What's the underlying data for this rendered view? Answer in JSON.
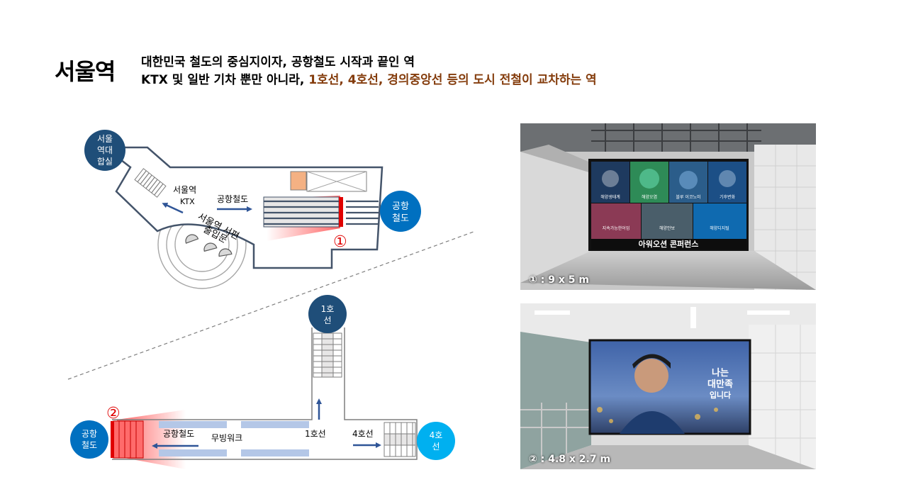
{
  "header": {
    "station": "서울역",
    "line1": "대한민국 철도의 중심지이자, 공항철도 시작과 끝인 역",
    "line2_plain": "KTX 및 일반  기차 뿐만 아니라, ",
    "line2_highlight": "1호선, 4호선, 경의중앙선 등의 도시 전철이 교차하는 역"
  },
  "upper_map": {
    "badge_hall": [
      "서울",
      "역대",
      "합실"
    ],
    "label_seoul_station": "서울역",
    "label_ktx": "KTX",
    "label_airport_rail": "공항철도",
    "badge_airport": [
      "공항",
      "철도"
    ],
    "label_exit": [
      "서울역 서편",
      "출입문"
    ],
    "marker": "①"
  },
  "lower_map": {
    "badge_line1": [
      "1호",
      "선"
    ],
    "label_line1": "1호선",
    "badge_line4": [
      "4호",
      "선"
    ],
    "label_line4": "4호선",
    "badge_airport": [
      "공항",
      "철도"
    ],
    "label_airport_rail": "공항철도",
    "label_moving_walk": "무빙워크",
    "marker": "②"
  },
  "photo1": {
    "caption": "① : 9 x 5 m",
    "tiles": [
      "해양생태계",
      "해양오염",
      "블루 이코노미",
      "기후변화",
      "지속가능한어업",
      "해양안보",
      "해양디지털"
    ],
    "banner": "아워오션 콘퍼런스"
  },
  "photo2": {
    "caption": "② : 4.8 x 2.7 m",
    "overlay": [
      "나는",
      "대만족",
      "입니다"
    ]
  },
  "colors": {
    "navy_badge": "#1f4e79",
    "blue_badge": "#0070c0",
    "light_badge": "#00b0f0",
    "outline": "#44546a",
    "marker_red": "#e00000",
    "highlight_text": "#843c0c"
  }
}
